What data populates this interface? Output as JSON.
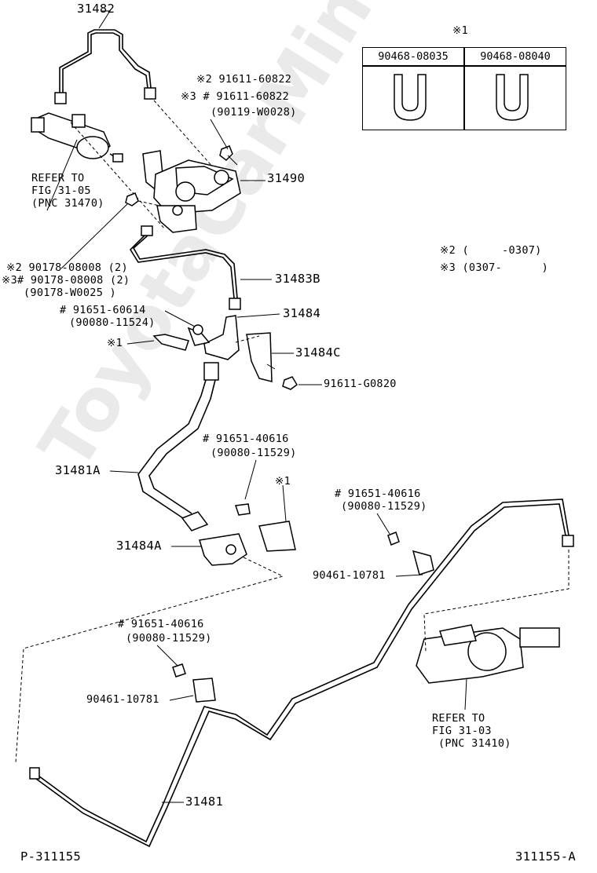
{
  "watermark": "ToyotaCarMine.ru",
  "table": {
    "mark": "※1",
    "headers": [
      "90468-08035",
      "90468-08040"
    ]
  },
  "notes": {
    "n2": "※2 (     -0307)",
    "n3": "※3 (0307-      )"
  },
  "labels": {
    "p31482": "31482",
    "l_91611_2": "※2 91611-60822",
    "l_91611_3": "※3 # 91611-60822",
    "l_90119": "(90119-W0028)",
    "p31490": "31490",
    "refer1_a": "REFER TO",
    "refer1_b": "FIG 31-05",
    "refer1_c": "(PNC 31470)",
    "l_90178_2": "※2 90178-08008 (2)",
    "l_90178_3": "※3# 90178-08008 (2)",
    "l_90178_w": "(90178-W0025 )",
    "p31483B": "31483B",
    "l_91651_606": "# 91651-60614",
    "l_90080_524": "(90080-11524)",
    "p31484": "31484",
    "mark1_a": "※1",
    "p31484C": "31484C",
    "l_91611_g": "91611-G0820",
    "l_91651_a": "# 91651-40616",
    "l_90080_a": "(90080-11529)",
    "p31481A": "31481A",
    "mark1_b": "※1",
    "l_91651_b": "# 91651-40616",
    "l_90080_b": "(90080-11529)",
    "p31484A": "31484A",
    "l_90461_a": "90461-10781",
    "l_91651_c": "# 91651-40616",
    "l_90080_c": "(90080-11529)",
    "l_90461_b": "90461-10781",
    "refer2_a": "REFER TO",
    "refer2_b": "FIG 31-03",
    "refer2_c": "(PNC 31410)",
    "p31481": "31481",
    "footer_left": "P-311155",
    "footer_right": "311155-A"
  }
}
